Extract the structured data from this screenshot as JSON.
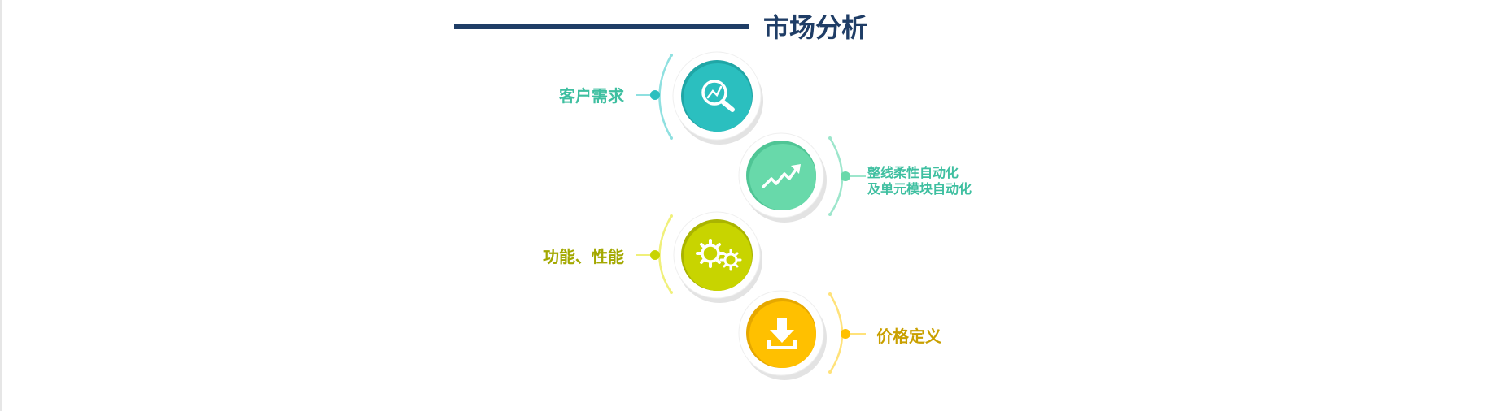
{
  "title": "市场分析",
  "colors": {
    "title": "#1f3d66",
    "teal": "#2bbfbf",
    "green": "#68d9aa",
    "lime": "#c8d400",
    "amber": "#ffc000",
    "label_teal": "#3ebfa0",
    "label_green": "#3ebfa0",
    "label_lime": "#a3a800",
    "label_amber": "#c9a000"
  },
  "items": [
    {
      "label": "客户需求",
      "icon": "magnifier-chart-icon",
      "color": "teal"
    },
    {
      "label_line1": "整线柔性自动化",
      "label_line2": "及单元模块自动化",
      "icon": "trend-arrow-icon",
      "color": "green"
    },
    {
      "label": "功能、性能",
      "icon": "gears-icon",
      "color": "lime"
    },
    {
      "label": "价格定义",
      "icon": "download-icon",
      "color": "amber"
    }
  ]
}
